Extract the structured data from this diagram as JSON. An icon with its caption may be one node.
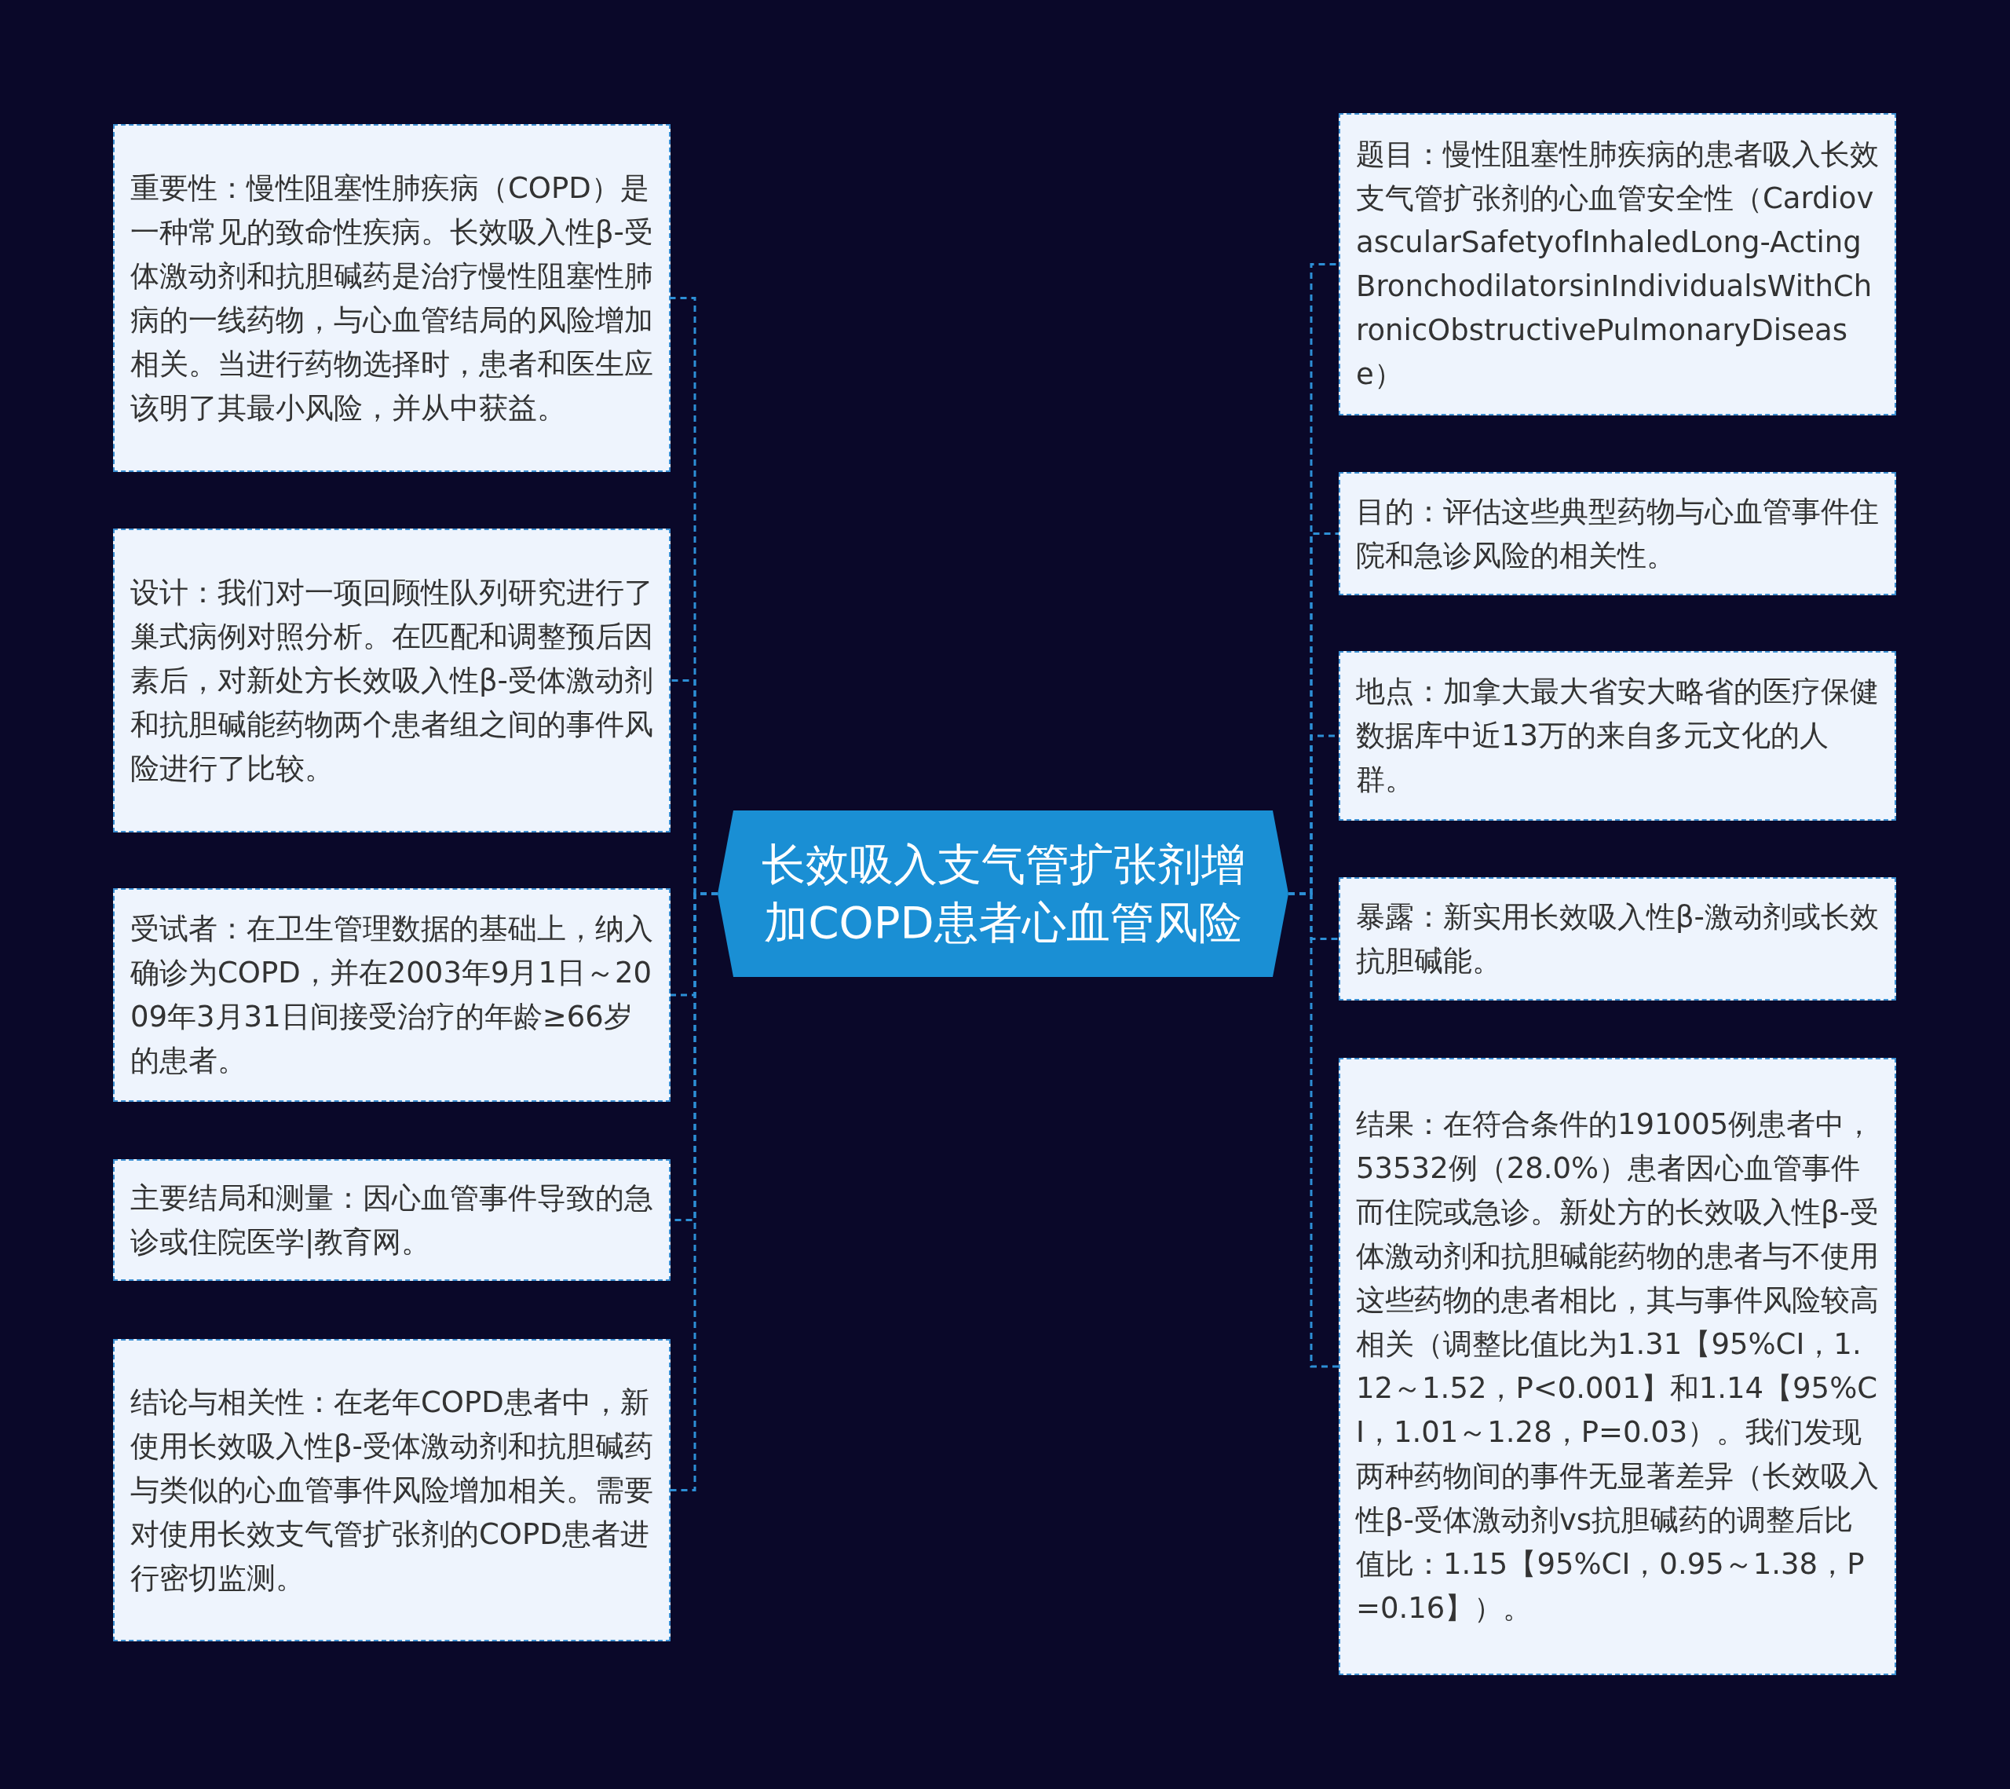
{
  "diagram": {
    "nodes": [
      {
        "text": [
          "长效吸入支气管扩张剂增加COPD患者心血管风险"
        ]
      },
      {
        "text": [
          "重要性：慢性阻塞性肺疾病（COPD）是一种常见的致命性疾病。长效吸入性β-受体激动剂和抗胆碱药是治疗慢性阻塞性肺病的一线药物，与心血管结局的风险增加相关。当进行药物选择时，患者和医生应该明了其最小风险，并从中获益。"
        ]
      },
      {
        "text": [
          "设计：我们对一项回顾性队列研究进行了巢式病例对照分析。在匹配和调整预后因素后，对新处方长效吸入性β-受体激动剂和抗胆碱能药物两个患者组之间的事件风险进行了比较。"
        ]
      },
      {
        "text": [
          "受试者：在卫生管理数据的基础上，纳入确诊为COPD，并在2003年9月1日～2009年3月31日间接受治疗的年龄≥66岁的患者。"
        ]
      },
      {
        "text": [
          "主要结局和测量：因心血管事件导致的急诊或住院医学|教育网。"
        ]
      },
      {
        "text": [
          "结论与相关性：在老年COPD患者中，新使用长效吸入性β-受体激动剂和抗胆碱药与类似的心血管事件风险增加相关。需要对使用长效支气管扩张剂的COPD患者进行密切监测。"
        ]
      },
      {
        "text": [
          "题目：慢性阻塞性肺疾病的患者吸入长效支气管扩张剂的心血管安全性（CardiovascularSafetyofInhaledLong-ActingBronchodilatorsinIndividualsWithChronicObstructivePulmonaryDisease）"
        ]
      },
      {
        "text": [
          "目的：评估这些典型药物与心血管事件住院和急诊风险的相关性。"
        ]
      },
      {
        "text": [
          "地点：加拿大最大省安大略省的医疗保健数据库中近13万的来自多元文化的人群。"
        ]
      },
      {
        "text": [
          "暴露：新实用长效吸入性β-激动剂或长效抗胆碱能。"
        ]
      },
      {
        "text": [
          "结果：在符合条件的191005例患者中，53532例（28.0%）患者因心血管事件而住院或急诊。新处方的长效吸入性β-受体激动剂和抗胆碱能药物的患者与不使用这些药物的患者相比，其与事件风险较高相关（调整比值比为1.31【95%CI，1.12～1.52，P<0.001】和1.14【95%CI，1.01～1.28，P=0.03）。我们发现两种药物间的事件无显著差异（长效吸入性β-受体激动剂vs抗胆碱药的调整后比值比：1.15【95%CI，0.95～1.38，P=0.16】）。"
        ]
      }
    ],
    "edges": [
      {
        "from": 0,
        "to": 1,
        "arrow": "none"
      },
      {
        "from": 0,
        "to": 2,
        "arrow": "none"
      },
      {
        "from": 0,
        "to": 3,
        "arrow": "none"
      },
      {
        "from": 0,
        "to": 4,
        "arrow": "none"
      },
      {
        "from": 0,
        "to": 5,
        "arrow": "none"
      },
      {
        "from": 0,
        "to": 6,
        "arrow": "none"
      },
      {
        "from": 0,
        "to": 7,
        "arrow": "none"
      },
      {
        "from": 0,
        "to": 8,
        "arrow": "none"
      },
      {
        "from": 0,
        "to": 9,
        "arrow": "none"
      },
      {
        "from": 0,
        "to": 10,
        "arrow": "none"
      }
    ]
  }
}
